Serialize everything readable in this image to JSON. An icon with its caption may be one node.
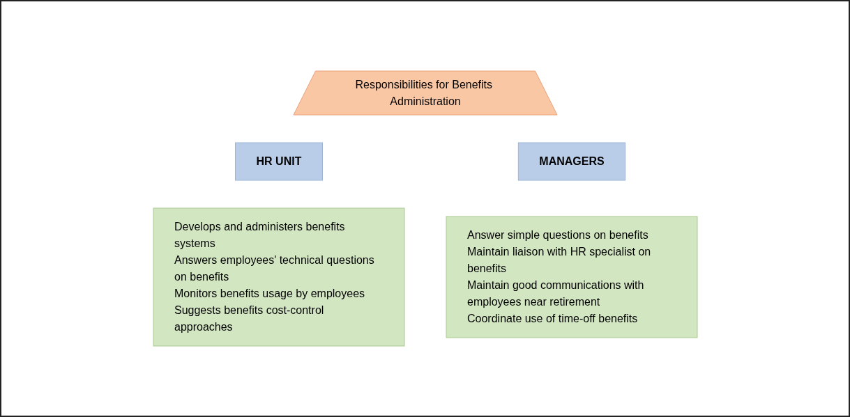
{
  "diagram": {
    "nodes": [
      {
        "text": [
          "Responsibilities for Benefits Administration"
        ]
      },
      {
        "text": [
          "HR UNIT"
        ]
      },
      {
        "text": [
          "Develops and administers benefits systems",
          "Answers employees' technical questions on benefits",
          "Monitors benefits usage by employees",
          "Suggests benefits cost-control approaches"
        ]
      },
      {
        "text": [
          "MANAGERS"
        ]
      },
      {
        "text": [
          "Answer simple questions on benefits",
          "Maintain liaison with HR specialist on benefits",
          "Maintain good communications with employees near retirement",
          "Coordinate use of time-off benefits"
        ]
      }
    ],
    "edges": []
  }
}
